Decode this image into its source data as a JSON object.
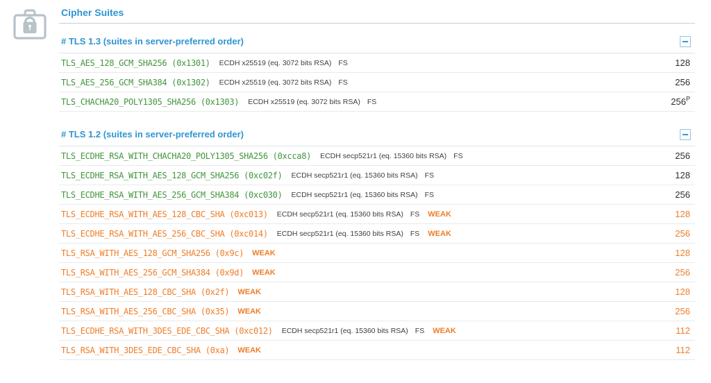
{
  "title": "Cipher Suites",
  "icon": "toolbox-lock-icon",
  "colors": {
    "accent_blue": "#2e95d3",
    "good_green": "#42953d",
    "weak_orange": "#ee7d28",
    "detail_text": "#3e3e3e",
    "bits_text": "#2d2d2d",
    "row_divider": "#e8eaeb",
    "title_divider": "#c9ced2",
    "header_divider": "#dde4e9",
    "icon_gray": "#b7c2c9"
  },
  "sections": [
    {
      "header": "# TLS 1.3 (suites in server-preferred order)",
      "collapse_icon": "minus",
      "rows": [
        {
          "name": "TLS_AES_128_GCM_SHA256 (0x1301)",
          "kx": "ECDH x25519 (eq. 3072 bits RSA)",
          "fs": "FS",
          "weak": "",
          "bits": "128",
          "bits_sup": "",
          "status": "good"
        },
        {
          "name": "TLS_AES_256_GCM_SHA384 (0x1302)",
          "kx": "ECDH x25519 (eq. 3072 bits RSA)",
          "fs": "FS",
          "weak": "",
          "bits": "256",
          "bits_sup": "",
          "status": "good"
        },
        {
          "name": "TLS_CHACHA20_POLY1305_SHA256 (0x1303)",
          "kx": "ECDH x25519 (eq. 3072 bits RSA)",
          "fs": "FS",
          "weak": "",
          "bits": "256",
          "bits_sup": "P",
          "status": "good"
        }
      ]
    },
    {
      "header": "# TLS 1.2 (suites in server-preferred order)",
      "collapse_icon": "minus",
      "rows": [
        {
          "name": "TLS_ECDHE_RSA_WITH_CHACHA20_POLY1305_SHA256 (0xcca8)",
          "kx": "ECDH secp521r1 (eq. 15360 bits RSA)",
          "fs": "FS",
          "weak": "",
          "bits": "256",
          "bits_sup": "",
          "status": "good"
        },
        {
          "name": "TLS_ECDHE_RSA_WITH_AES_128_GCM_SHA256 (0xc02f)",
          "kx": "ECDH secp521r1 (eq. 15360 bits RSA)",
          "fs": "FS",
          "weak": "",
          "bits": "128",
          "bits_sup": "",
          "status": "good"
        },
        {
          "name": "TLS_ECDHE_RSA_WITH_AES_256_GCM_SHA384 (0xc030)",
          "kx": "ECDH secp521r1 (eq. 15360 bits RSA)",
          "fs": "FS",
          "weak": "",
          "bits": "256",
          "bits_sup": "",
          "status": "good"
        },
        {
          "name": "TLS_ECDHE_RSA_WITH_AES_128_CBC_SHA (0xc013)",
          "kx": "ECDH secp521r1 (eq. 15360 bits RSA)",
          "fs": "FS",
          "weak": "WEAK",
          "bits": "128",
          "bits_sup": "",
          "status": "weak"
        },
        {
          "name": "TLS_ECDHE_RSA_WITH_AES_256_CBC_SHA (0xc014)",
          "kx": "ECDH secp521r1 (eq. 15360 bits RSA)",
          "fs": "FS",
          "weak": "WEAK",
          "bits": "256",
          "bits_sup": "",
          "status": "weak"
        },
        {
          "name": "TLS_RSA_WITH_AES_128_GCM_SHA256 (0x9c)",
          "kx": "",
          "fs": "",
          "weak": "WEAK",
          "bits": "128",
          "bits_sup": "",
          "status": "weak"
        },
        {
          "name": "TLS_RSA_WITH_AES_256_GCM_SHA384 (0x9d)",
          "kx": "",
          "fs": "",
          "weak": "WEAK",
          "bits": "256",
          "bits_sup": "",
          "status": "weak"
        },
        {
          "name": "TLS_RSA_WITH_AES_128_CBC_SHA (0x2f)",
          "kx": "",
          "fs": "",
          "weak": "WEAK",
          "bits": "128",
          "bits_sup": "",
          "status": "weak"
        },
        {
          "name": "TLS_RSA_WITH_AES_256_CBC_SHA (0x35)",
          "kx": "",
          "fs": "",
          "weak": "WEAK",
          "bits": "256",
          "bits_sup": "",
          "status": "weak"
        },
        {
          "name": "TLS_ECDHE_RSA_WITH_3DES_EDE_CBC_SHA (0xc012)",
          "kx": "ECDH secp521r1 (eq. 15360 bits RSA)",
          "fs": "FS",
          "weak": "WEAK",
          "bits": "112",
          "bits_sup": "",
          "status": "weak"
        },
        {
          "name": "TLS_RSA_WITH_3DES_EDE_CBC_SHA (0xa)",
          "kx": "",
          "fs": "",
          "weak": "WEAK",
          "bits": "112",
          "bits_sup": "",
          "status": "weak"
        }
      ]
    }
  ]
}
